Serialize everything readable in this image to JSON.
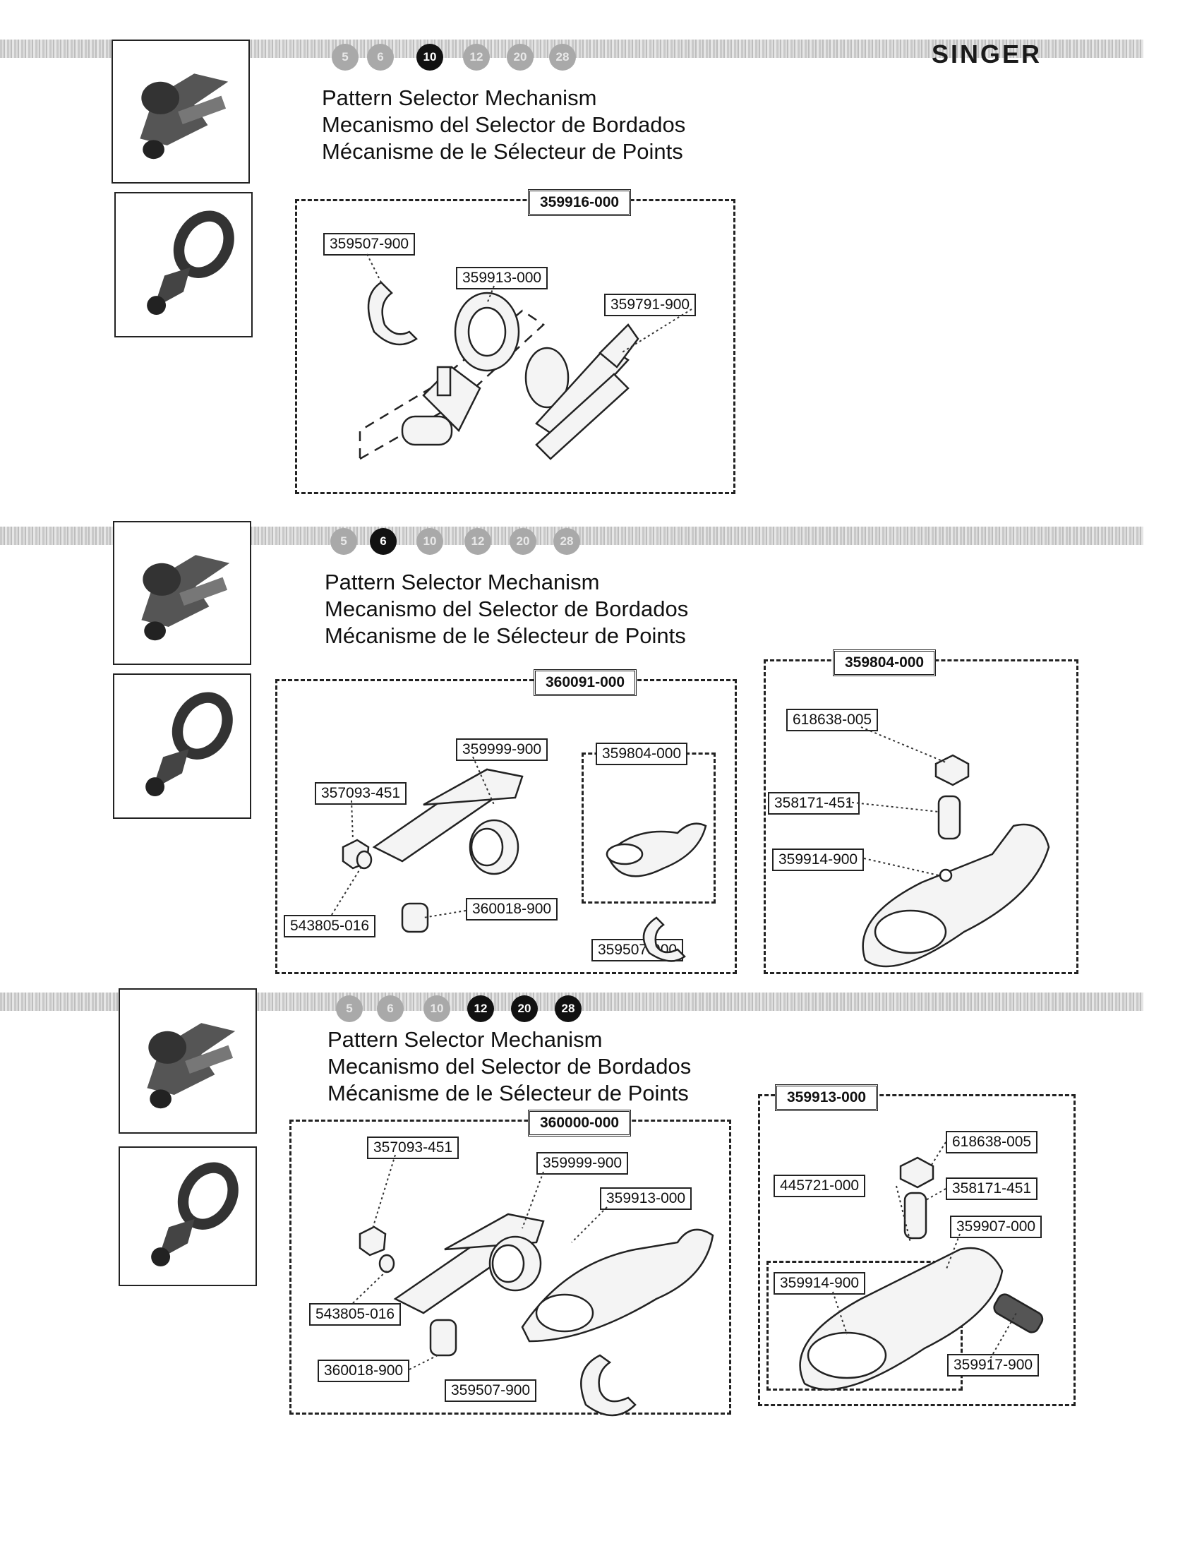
{
  "brand": "SINGER",
  "sections": [
    {
      "models": [
        "5",
        "6",
        "10",
        "12",
        "20",
        "28"
      ],
      "active": [
        "10"
      ],
      "titles": [
        "Pattern Selector Mechanism",
        "Mecanismo del Selector de Bordados",
        "Mécanisme de le Sélecteur de Points"
      ],
      "assembly": "359916-000",
      "parts": [
        "359507-900",
        "359913-000",
        "359791-900"
      ]
    },
    {
      "models": [
        "5",
        "6",
        "10",
        "12",
        "20",
        "28"
      ],
      "active": [
        "6"
      ],
      "titles": [
        "Pattern Selector Mechanism",
        "Mecanismo del Selector de Bordados",
        "Mécanisme de le Sélecteur de Points"
      ],
      "assembly": "360091-000",
      "parts": [
        "359999-900",
        "359804-000",
        "357093-451",
        "543805-016",
        "360018-900",
        "359507-900"
      ],
      "sub_assembly": "359804-000",
      "sub_parts": [
        "618638-005",
        "358171-451",
        "359914-900"
      ]
    },
    {
      "models": [
        "5",
        "6",
        "10",
        "12",
        "20",
        "28"
      ],
      "active": [
        "12",
        "20",
        "28"
      ],
      "titles": [
        "Pattern Selector Mechanism",
        "Mecanismo del Selector de Bordados",
        "Mécanisme de le Sélecteur de Points"
      ],
      "assembly": "360000-000",
      "parts": [
        "357093-451",
        "359999-900",
        "359913-000",
        "543805-016",
        "360018-900",
        "359507-900"
      ],
      "sub_assembly": "359913-000",
      "sub_parts": [
        "618638-005",
        "445721-000",
        "358171-451",
        "359907-000",
        "359914-900",
        "359917-900"
      ]
    }
  ],
  "icons": [
    "selector-cam-photo",
    "selector-ring-photo"
  ]
}
